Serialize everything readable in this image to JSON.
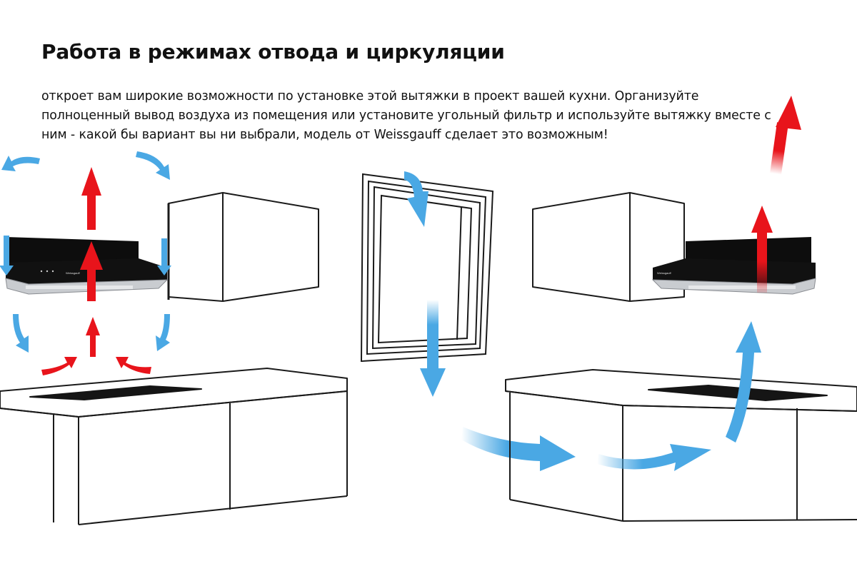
{
  "heading": "Работа в режимах отвода и циркуляции",
  "description": "откроет вам широкие возможности по установке этой вытяжки в проект вашей кухни. Организуйте полноценный вывод воздуха из помещения или установите угольный фильтр и используйте вытяжку вместе с ним - какой бы вариант вы ни выбрали, модель от Weissgauff сделает это возможным!",
  "hood_brand": "Weissgauff",
  "colors": {
    "hot_air_arrow": "#e8141b",
    "cool_air_arrow": "#4aa8e4",
    "outline": "#1a1a1a",
    "hood_glass": "#0d0d0d",
    "hood_steel": "#c9ccd0",
    "cooktop": "#151515"
  },
  "icons": [
    "hot-air-arrow",
    "cool-air-arrow"
  ]
}
